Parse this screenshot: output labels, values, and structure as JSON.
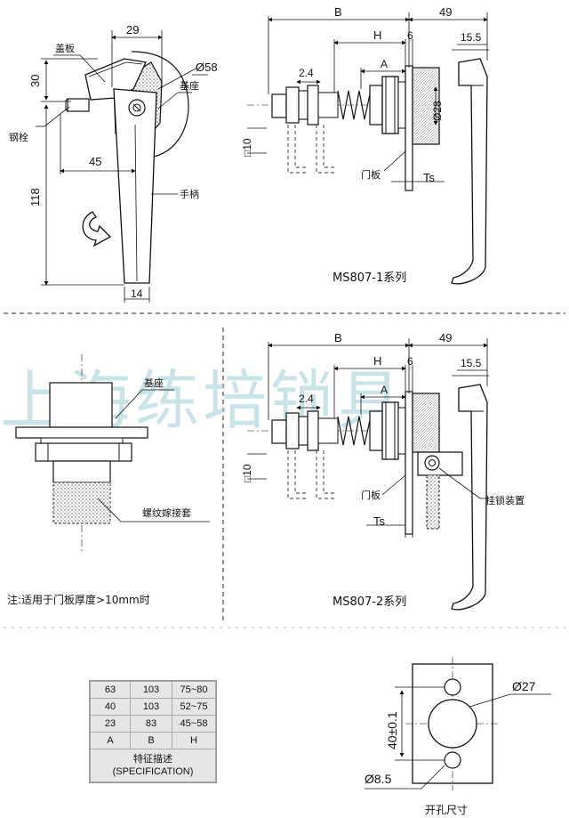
{
  "watermark": "上海练培锁具",
  "fig1": {
    "dim_width": "29",
    "dim_diameter": "Ø58",
    "dim_height_top": "30",
    "dim_bolt": "45",
    "dim_height_main": "118",
    "dim_tip": "14",
    "label_cover": "盖板",
    "label_base": "基座",
    "label_bolt": "钢栓",
    "label_handle": "手柄"
  },
  "fig2": {
    "dim_b": "B",
    "dim_49": "49",
    "dim_h": "H",
    "dim_6": "6",
    "dim_15_5": "15.5",
    "dim_2_4": "2.4",
    "dim_a": "A",
    "dim_28": "Ø28",
    "dim_square": "□10",
    "label_door": "门板",
    "dim_ts": "Ts",
    "series": "MS807-1系列"
  },
  "fig3": {
    "label_base": "基座",
    "label_sleeve": "螺纹嫁接套",
    "note": "注:适用于门板厚度>10mm时"
  },
  "fig4": {
    "dim_b": "B",
    "dim_49": "49",
    "dim_h": "H",
    "dim_6": "6",
    "dim_15_5": "15.5",
    "dim_2_4": "2.4",
    "dim_a": "A",
    "dim_square": "□10",
    "label_door": "门板",
    "label_padlock": "挂锁装置",
    "dim_ts": "Ts",
    "series": "MS807-2系列"
  },
  "spec_table": {
    "rows": [
      [
        "63",
        "103",
        "75~80"
      ],
      [
        "40",
        "103",
        "52~75"
      ],
      [
        "23",
        "83",
        "45~58"
      ]
    ],
    "headers": [
      "A",
      "B",
      "H"
    ],
    "caption_cn": "特征描述",
    "caption_en": "(SPECIFICATION)"
  },
  "cutout": {
    "dim_27": "Ø27",
    "dim_40": "40±0.1",
    "dim_8_5": "Ø8.5",
    "label": "开孔尺寸"
  }
}
